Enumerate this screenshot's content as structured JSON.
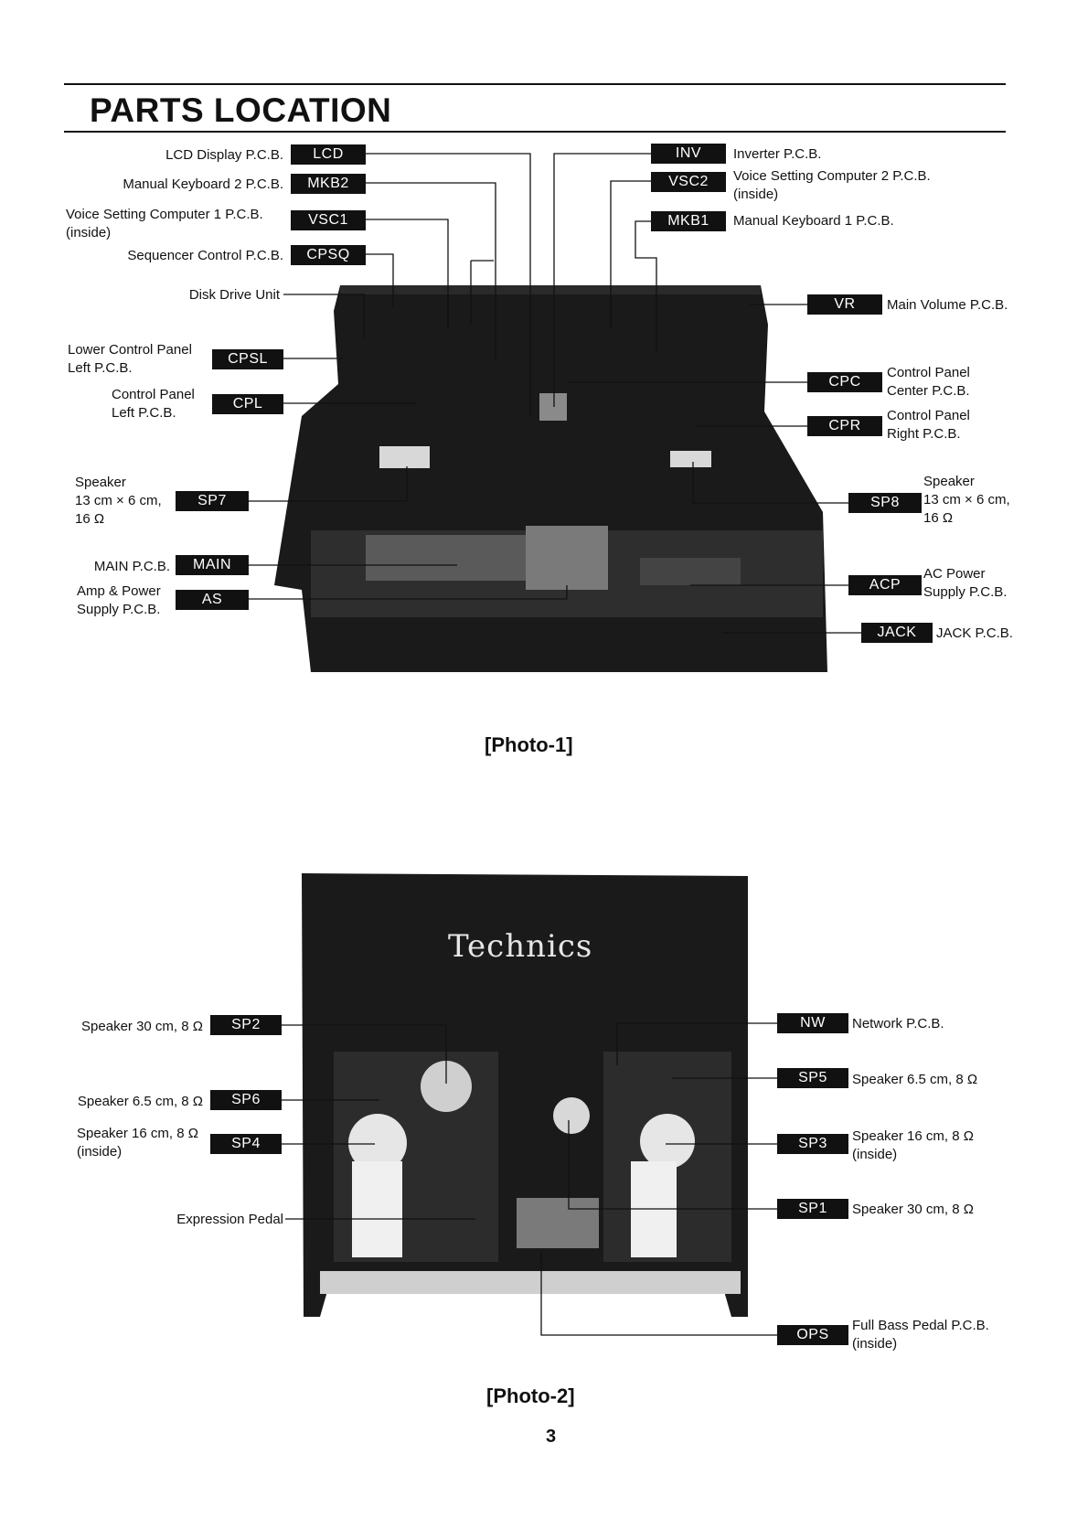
{
  "page": {
    "title": "PARTS LOCATION",
    "page_number": "3",
    "photo1_caption": "[Photo-1]",
    "photo2_caption": "[Photo-2]",
    "brand": "Technics"
  },
  "photo1": {
    "lcd": {
      "tag": "LCD",
      "text": "LCD Display P.C.B."
    },
    "mkb2": {
      "tag": "MKB2",
      "text": "Manual Keyboard 2 P.C.B."
    },
    "vsc1": {
      "tag": "VSC1",
      "text1": "Voice Setting Computer 1 P.C.B.",
      "text2": "(inside)"
    },
    "cpsq": {
      "tag": "CPSQ",
      "text": "Sequencer Control P.C.B."
    },
    "disk": {
      "text": "Disk Drive Unit"
    },
    "cpsl": {
      "tag": "CPSL",
      "text1": "Lower Control Panel",
      "text2": "Left P.C.B."
    },
    "cpl": {
      "tag": "CPL",
      "text1": "Control Panel",
      "text2": "Left P.C.B."
    },
    "sp7": {
      "tag": "SP7",
      "text1": "Speaker",
      "text2": "13 cm × 6 cm,",
      "text3": "16 Ω"
    },
    "main": {
      "tag": "MAIN",
      "text": "MAIN P.C.B."
    },
    "as": {
      "tag": "AS",
      "text1": "Amp & Power",
      "text2": "Supply P.C.B."
    },
    "inv": {
      "tag": "INV",
      "text": "Inverter P.C.B."
    },
    "vsc2": {
      "tag": "VSC2",
      "text1": "Voice Setting Computer 2 P.C.B.",
      "text2": "(inside)"
    },
    "mkb1": {
      "tag": "MKB1",
      "text": "Manual Keyboard 1 P.C.B."
    },
    "vr": {
      "tag": "VR",
      "text": "Main Volume P.C.B."
    },
    "cpc": {
      "tag": "CPC",
      "text1": "Control Panel",
      "text2": "Center P.C.B."
    },
    "cpr": {
      "tag": "CPR",
      "text1": "Control Panel",
      "text2": "Right P.C.B."
    },
    "sp8": {
      "tag": "SP8",
      "text1": "Speaker",
      "text2": "13 cm × 6 cm,",
      "text3": "16 Ω"
    },
    "acp": {
      "tag": "ACP",
      "text1": "AC Power",
      "text2": "Supply P.C.B."
    },
    "jack": {
      "tag": "JACK",
      "text": "JACK P.C.B."
    }
  },
  "photo2": {
    "sp2": {
      "tag": "SP2",
      "text": "Speaker 30 cm, 8 Ω"
    },
    "sp6": {
      "tag": "SP6",
      "text": "Speaker 6.5 cm, 8 Ω"
    },
    "sp4": {
      "tag": "SP4",
      "text1": "Speaker 16 cm, 8 Ω",
      "text2": "(inside)"
    },
    "pedal": {
      "text": "Expression Pedal"
    },
    "nw": {
      "tag": "NW",
      "text": "Network P.C.B."
    },
    "sp5": {
      "tag": "SP5",
      "text": "Speaker 6.5 cm, 8 Ω"
    },
    "sp3": {
      "tag": "SP3",
      "text1": "Speaker 16 cm, 8 Ω",
      "text2": "(inside)"
    },
    "sp1": {
      "tag": "SP1",
      "text": "Speaker 30 cm, 8 Ω"
    },
    "ops": {
      "tag": "OPS",
      "text1": "Full Bass Pedal P.C.B.",
      "text2": "(inside)"
    }
  }
}
